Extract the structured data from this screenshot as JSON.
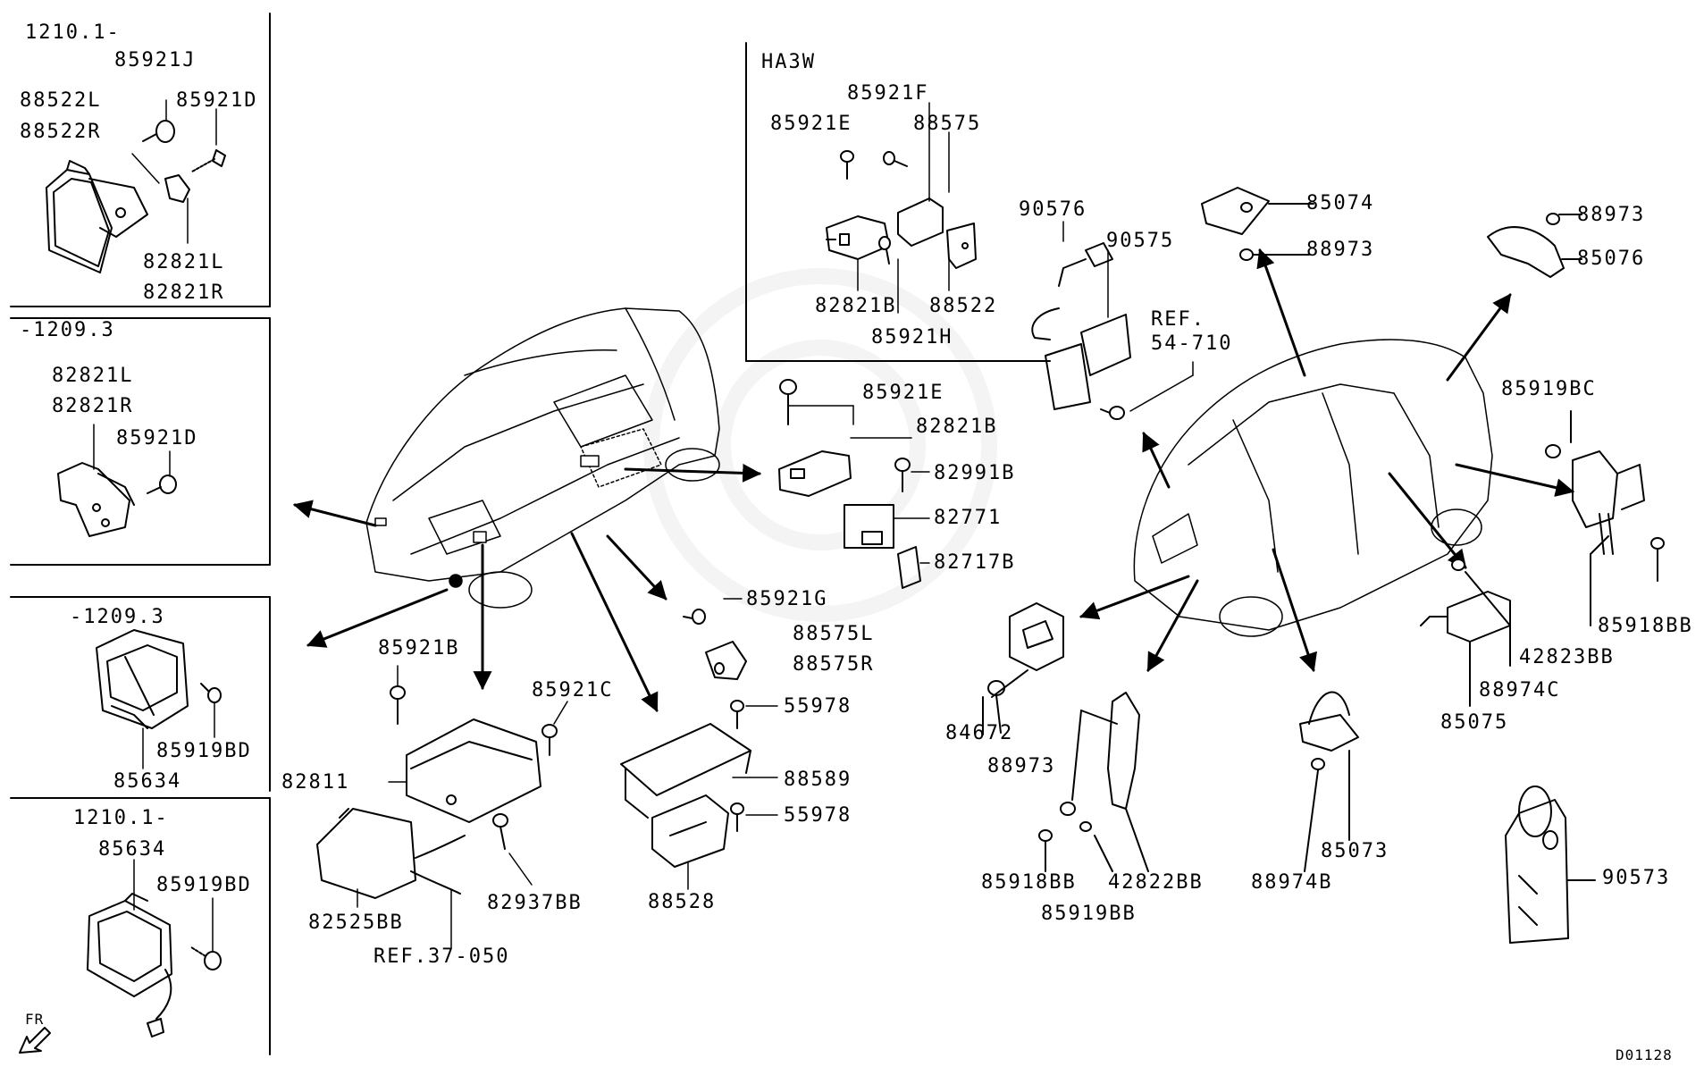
{
  "diagram_id": "D01128",
  "front_indicator": "FR",
  "colors": {
    "ink": "#000000",
    "background": "#ffffff",
    "watermark": "#f2f2f2"
  },
  "left_panels": [
    {
      "date": "1210.1-",
      "parts": [
        "85921J",
        "85921D",
        "88522L",
        "88522R",
        "82821L",
        "82821R"
      ]
    },
    {
      "date": "-1209.3",
      "parts": [
        "82821L",
        "82821R",
        "85921D"
      ]
    },
    {
      "date": "-1209.3",
      "parts": [
        "85919BD",
        "85634"
      ]
    },
    {
      "date": "1210.1-",
      "parts": [
        "85634",
        "85919BD"
      ]
    }
  ],
  "variant_box": {
    "title": "HA3W",
    "parts": [
      "85921F",
      "85921E",
      "88575",
      "82821B",
      "88522",
      "85921H"
    ]
  },
  "center_parts": [
    "85921E",
    "82821B",
    "82991B",
    "82771",
    "82717B",
    "85921G",
    "88575L",
    "88575R",
    "55978",
    "88589",
    "55978",
    "88528",
    "85921B",
    "85921C",
    "82811",
    "82525BB",
    "82937BB",
    "REF.37-050"
  ],
  "upper_right_parts": [
    "90576",
    "90575",
    "REF.",
    "54-710",
    "85074",
    "88973",
    "88973",
    "85076"
  ],
  "right_parts": [
    "85919BC",
    "42823BB",
    "85918BB",
    "88974C",
    "85075",
    "84672",
    "88973",
    "85918BB",
    "42822BB",
    "85919BB",
    "88974B",
    "85073",
    "90573"
  ]
}
